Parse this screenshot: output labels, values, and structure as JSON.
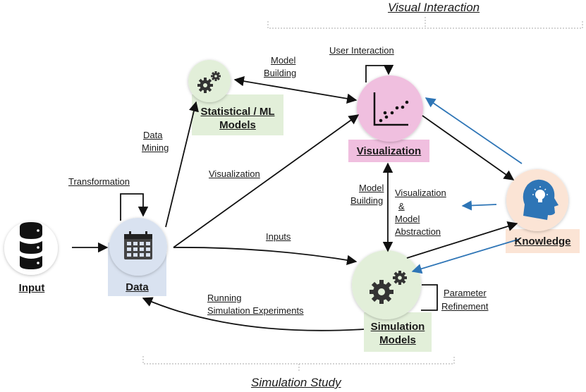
{
  "sections": {
    "top": "Visual Interaction",
    "bottom": "Simulation Study"
  },
  "nodes": {
    "input": "Input",
    "data": "Data",
    "statistical_models": "Statistical / ML Models",
    "visualization": "Visualization",
    "knowledge": "Knowledge",
    "simulation_models": "Simulation Models"
  },
  "edges": {
    "transformation": "Transformation",
    "data_mining_1": "Data",
    "data_mining_2": "Mining",
    "model_building_top_1": "Model",
    "model_building_top_2": "Building",
    "user_interaction": "User Interaction",
    "visualization": "Visualization",
    "inputs": "Inputs",
    "model_building_mid_1": "Model",
    "model_building_mid_2": "Building",
    "abstraction_1": "Visualization",
    "abstraction_2": "&",
    "abstraction_3": "Model",
    "abstraction_4": "Abstraction",
    "parameter_1": "Parameter",
    "parameter_2": "Refinement",
    "running_1": "Running",
    "running_2": "Simulation Experiments"
  },
  "colors": {
    "data_fill": "#d9e2f0",
    "stat_fill": "#e2efd9",
    "vis_fill": "#f0bfdf",
    "knowledge_fill": "#fbe4d5",
    "sim_fill": "#e2efd9",
    "arrow_black": "#111111",
    "arrow_blue": "#2e75b6"
  },
  "icons": [
    "database-icon",
    "calendar-icon",
    "gears-icon",
    "scatter-plot-icon",
    "head-lightbulb-icon"
  ]
}
